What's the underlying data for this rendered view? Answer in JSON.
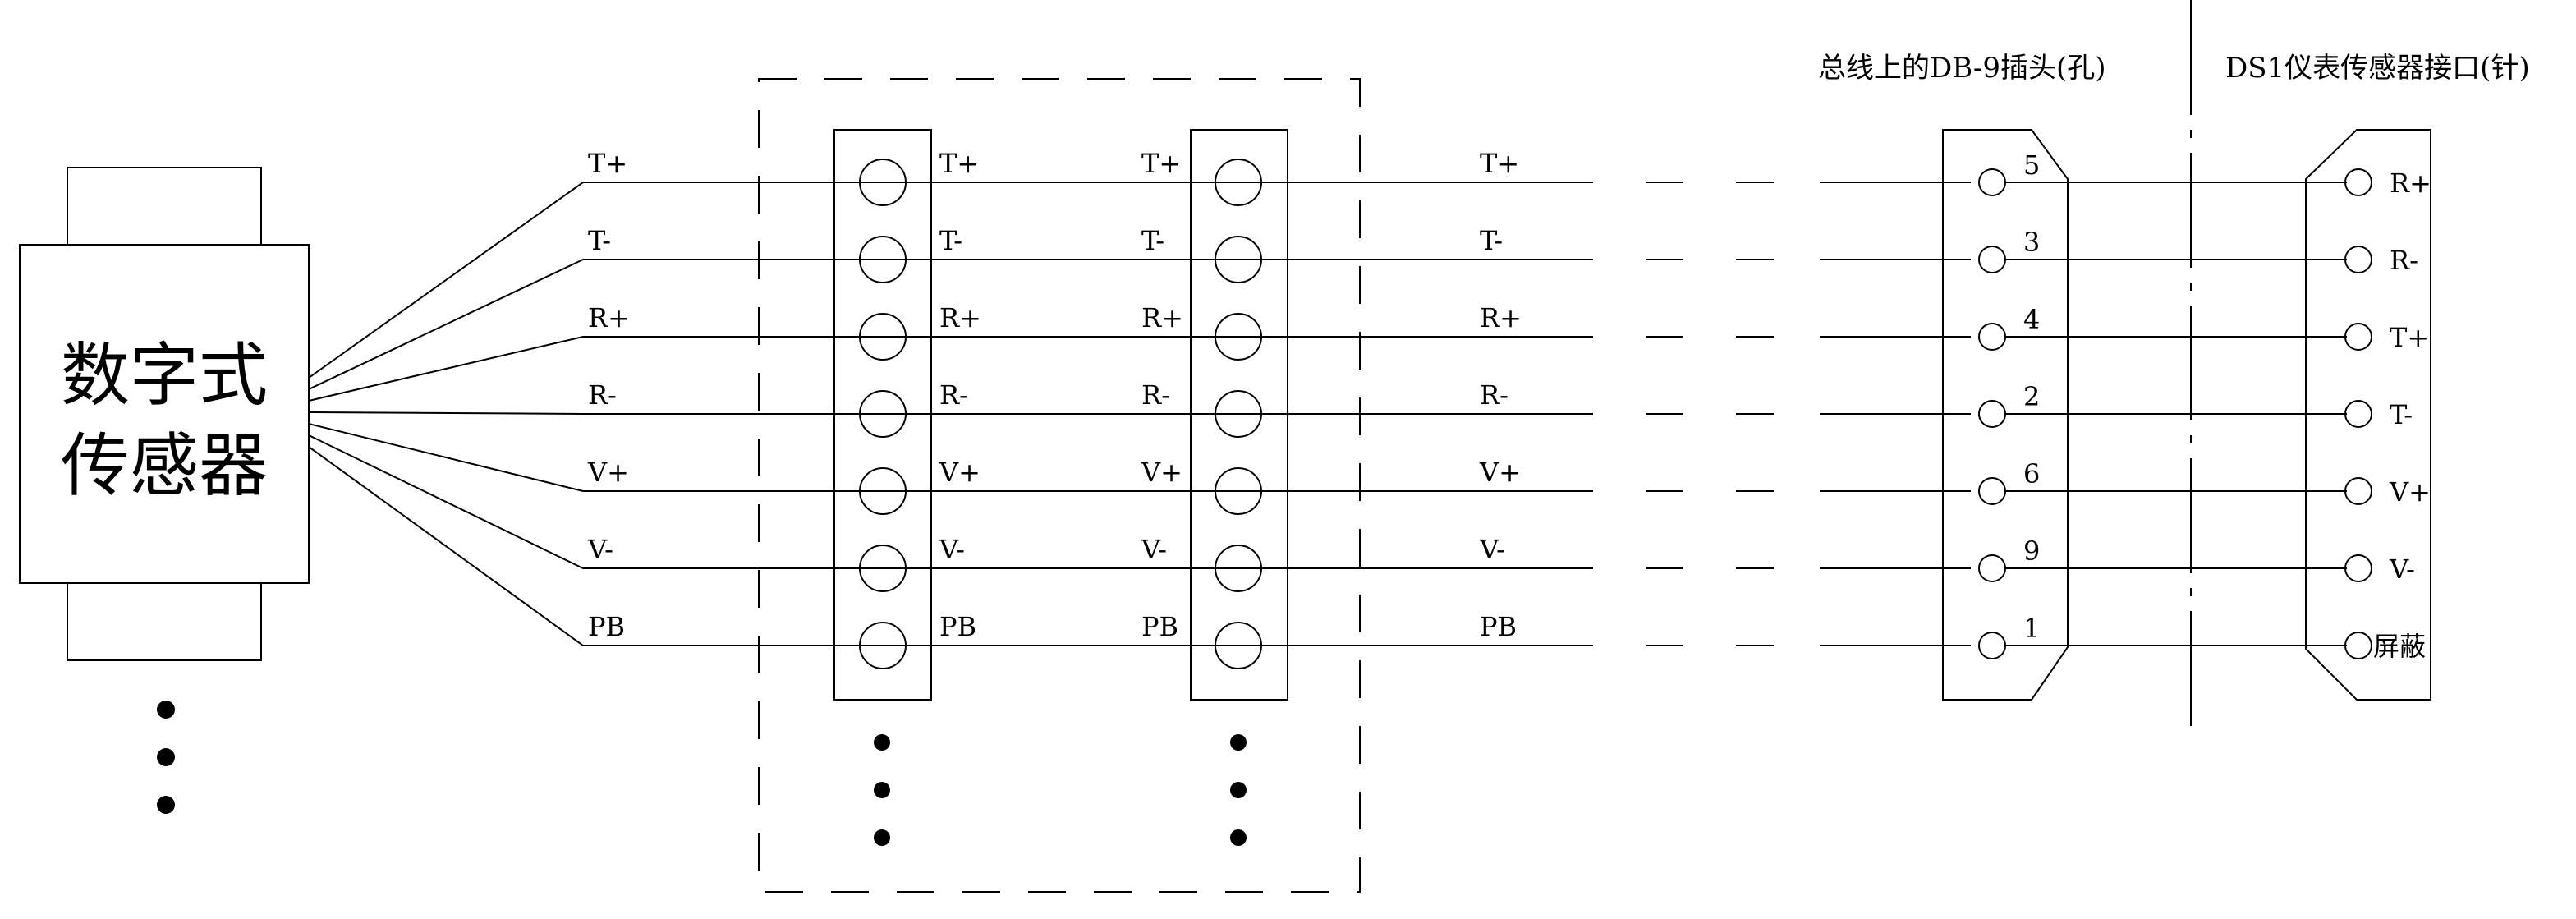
{
  "sensor": {
    "line1": "数字式",
    "line2": "传感器"
  },
  "signals": [
    "T+",
    "T-",
    "R+",
    "R-",
    "V+",
    "V-",
    "PB"
  ],
  "db9": {
    "header": "总线上的DB-9插头(孔)",
    "pins": [
      "5",
      "3",
      "4",
      "2",
      "6",
      "9",
      "1"
    ]
  },
  "ds1": {
    "header": "DS1仪表传感器接口(针)",
    "pins": [
      "R+",
      "R-",
      "T+",
      "T-",
      "V+",
      "V-",
      "屏蔽"
    ]
  }
}
